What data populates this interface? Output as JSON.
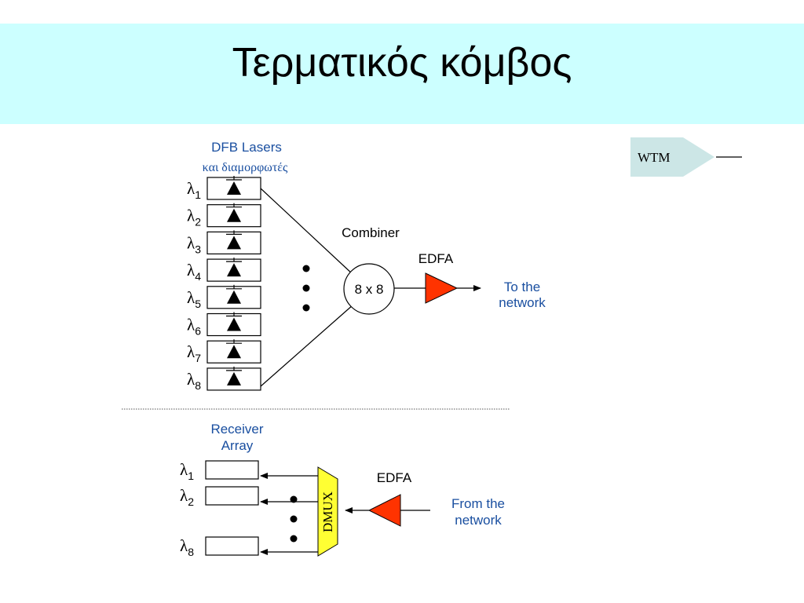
{
  "slide": {
    "title": "Τερματικός κόμβος"
  },
  "legend": {
    "label": "WTM"
  },
  "transmitter": {
    "lasers_title": "DFB Lasers",
    "lasers_subtitle": "και διαμορφωτές",
    "channels": [
      {
        "symbol": "λ",
        "index": "1"
      },
      {
        "symbol": "λ",
        "index": "2"
      },
      {
        "symbol": "λ",
        "index": "3"
      },
      {
        "symbol": "λ",
        "index": "4"
      },
      {
        "symbol": "λ",
        "index": "5"
      },
      {
        "symbol": "λ",
        "index": "6"
      },
      {
        "symbol": "λ",
        "index": "7"
      },
      {
        "symbol": "λ",
        "index": "8"
      }
    ],
    "combiner_label": "Combiner",
    "combiner_ports": "8 x 8",
    "amplifier_label": "EDFA",
    "output_label_line1": "To the",
    "output_label_line2": "network"
  },
  "receiver": {
    "array_title_line1": "Receiver",
    "array_title_line2": "Array",
    "channels": [
      {
        "symbol": "λ",
        "index": "1"
      },
      {
        "symbol": "λ",
        "index": "2"
      },
      {
        "symbol": "λ",
        "index": "8"
      }
    ],
    "demux_label": "DMUX",
    "amplifier_label": "EDFA",
    "input_label_line1": "From the",
    "input_label_line2": "network"
  },
  "colors": {
    "title_band": "#ccffff",
    "amplifier": "#ff3300",
    "demux": "#ffff33",
    "blue_text": "#1a4fa0",
    "legend_box": "#cce6e6"
  }
}
